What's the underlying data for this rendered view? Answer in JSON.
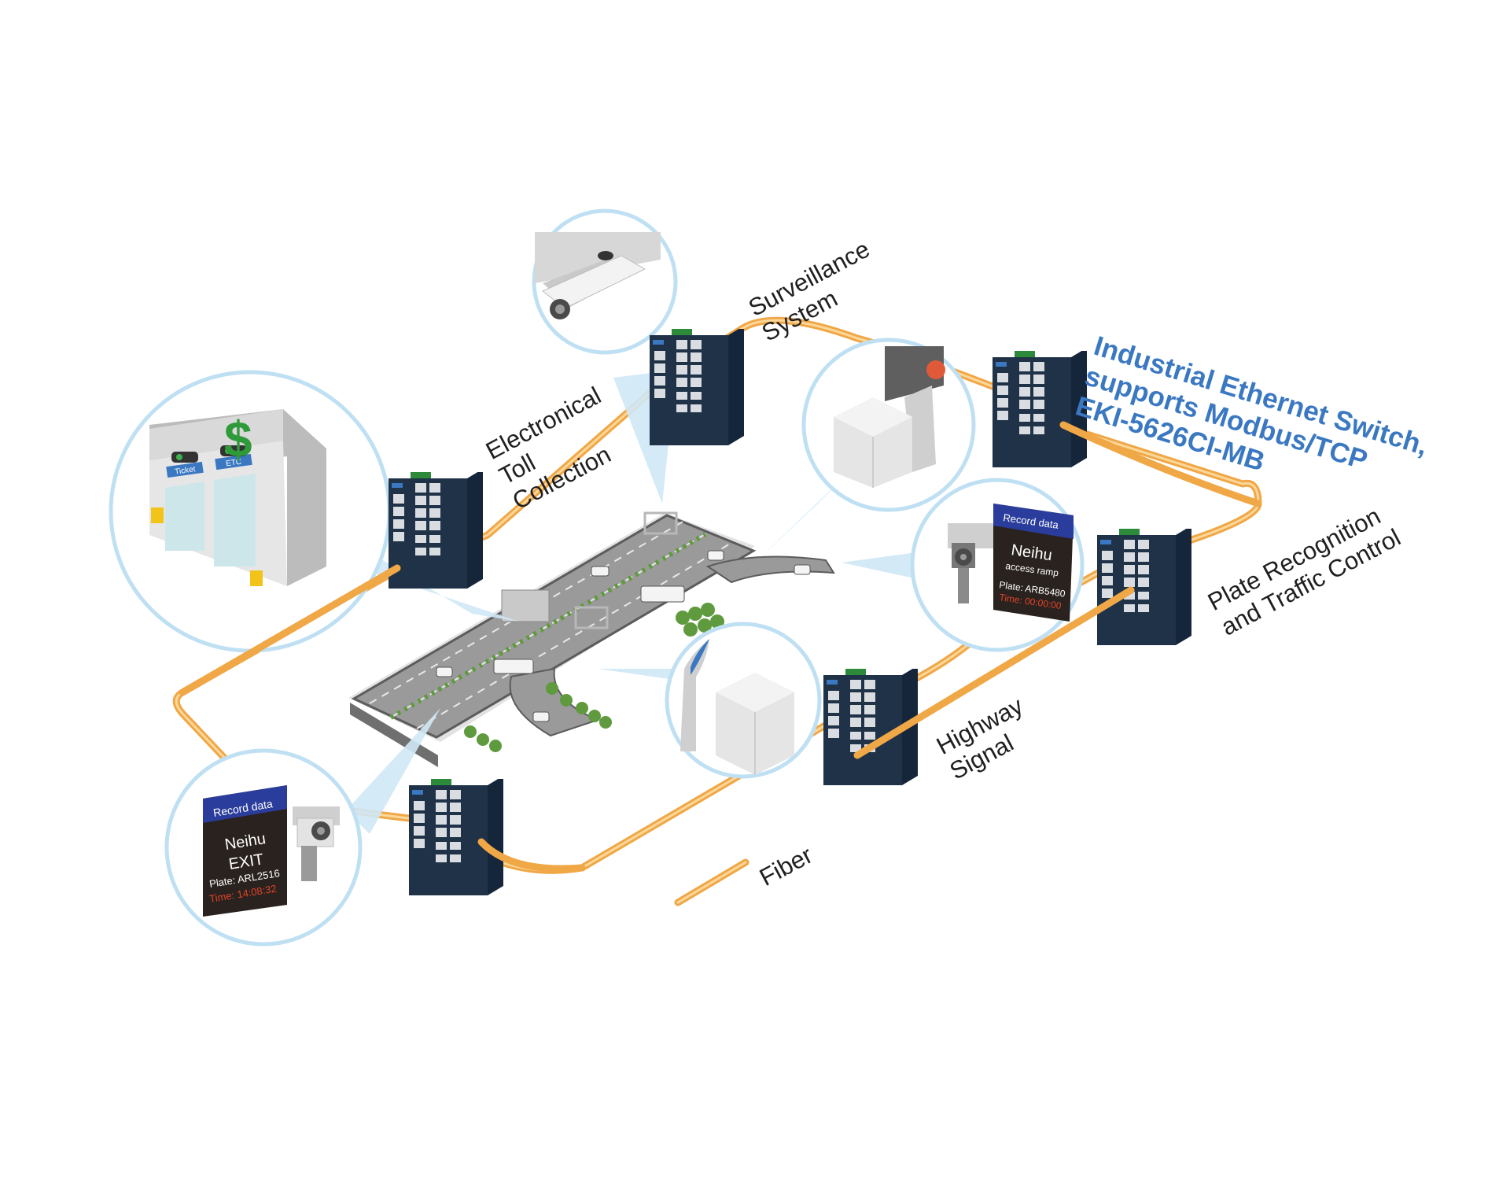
{
  "title": {
    "line1": "Industrial Ethernet Switch,",
    "line2": "supports Modbus/TCP",
    "line3": "EKI-5626CI-MB"
  },
  "labels": {
    "surveillance": [
      "Surveillance",
      "System"
    ],
    "toll": [
      "Electronical",
      "Toll",
      "Collection"
    ],
    "plate": [
      "Plate Recognition",
      "and Traffic Control"
    ],
    "highway": [
      "Highway",
      "Signal"
    ],
    "fiber": "Fiber"
  },
  "toll_booth": {
    "symbol": "$",
    "lane1": "Ticket",
    "lane2": "ETC"
  },
  "record_exit": {
    "header": "Record data",
    "line1": "Neihu",
    "line2": "EXIT",
    "plate": "Plate: ARL2516",
    "time": "Time: 14:08:32"
  },
  "record_access": {
    "header": "Record data",
    "line1": "Neihu",
    "line2": "access ramp",
    "plate": "Plate: ARB5480",
    "time": "Time: 00:00:00"
  },
  "colors": {
    "fiber": "#f0a746",
    "switch_body": "#1e3045",
    "circle_border": "#bfe0f3",
    "accent_blue": "#3b78c2",
    "dollar": "#2f9a3a",
    "record_header": "#2a3d9c",
    "time_red": "#e0442a"
  },
  "icons": [
    "ethernet-switch-icon",
    "surveillance-camera-icon",
    "toll-booth-icon",
    "signal-cabinet-icon",
    "plate-camera-icon",
    "traffic-controller-icon"
  ]
}
